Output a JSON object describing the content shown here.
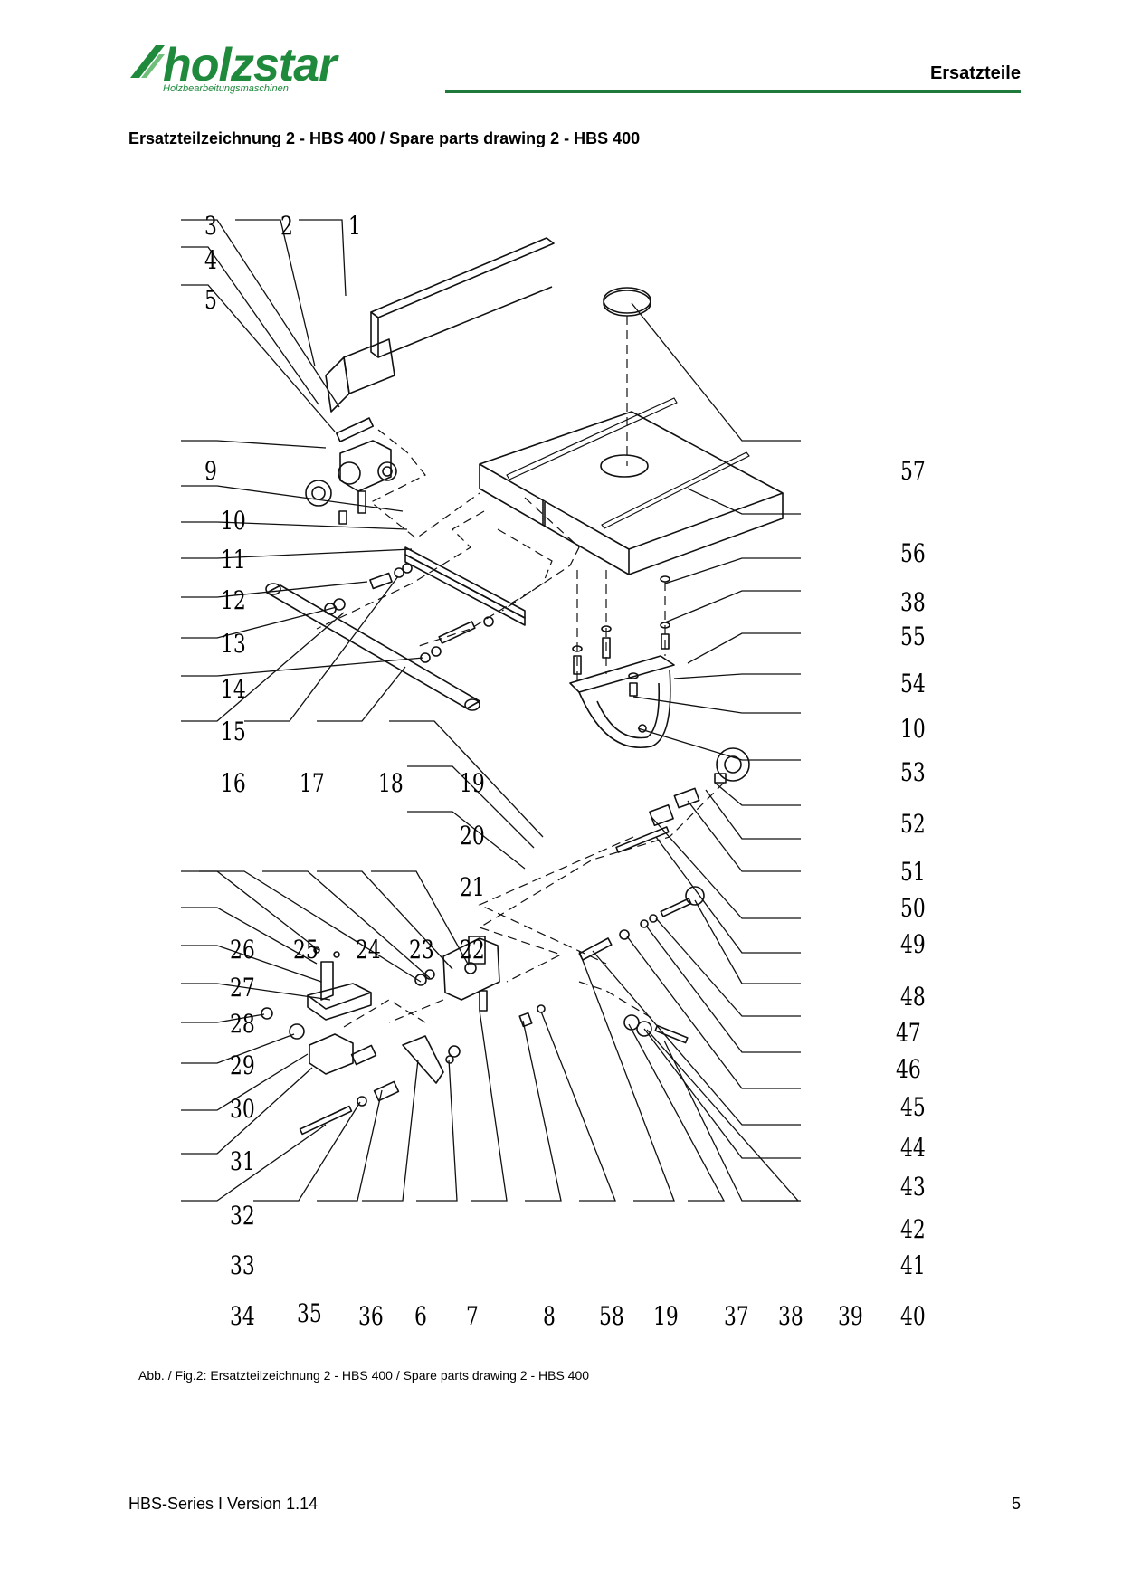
{
  "header": {
    "logo_word": "holzstar",
    "logo_sub": "Holzbearbeitungsmaschinen",
    "title": "Ersatzteile"
  },
  "section_title": "Ersatzteilzeichnung 2 - HBS 400 / Spare parts drawing 2 - HBS 400",
  "callouts": {
    "n1": "1",
    "n2": "2",
    "n3": "3",
    "n4": "4",
    "n5": "5",
    "n9": "9",
    "n10a": "10",
    "n11": "11",
    "n12": "12",
    "n13": "13",
    "n14": "14",
    "n15": "15",
    "n16": "16",
    "n17": "17",
    "n18": "18",
    "n19a": "19",
    "n20": "20",
    "n21": "21",
    "n22": "22",
    "n23": "23",
    "n24": "24",
    "n25": "25",
    "n26": "26",
    "n27": "27",
    "n28": "28",
    "n29": "29",
    "n30": "30",
    "n31": "31",
    "n32": "32",
    "n33": "33",
    "n34": "34",
    "n35": "35",
    "n36": "36",
    "n6": "6",
    "n7": "7",
    "n8": "8",
    "n58": "58",
    "n19b": "19",
    "n37": "37",
    "n38b": "38",
    "n39": "39",
    "n40": "40",
    "n57": "57",
    "n56": "56",
    "n38a": "38",
    "n55": "55",
    "n54": "54",
    "n10b": "10",
    "n53": "53",
    "n52": "52",
    "n51": "51",
    "n50": "50",
    "n49": "49",
    "n48": "48",
    "n47": "47",
    "n46": "46",
    "n45": "45",
    "n44": "44",
    "n43": "43",
    "n42": "42",
    "n41": "41"
  },
  "caption": "Abb. / Fig.2: Ersatzteilzeichnung 2 - HBS 400 / Spare parts drawing 2 - HBS 400",
  "footer": {
    "left": "HBS-Series I Version 1.14",
    "page": "5"
  },
  "colors": {
    "brand": "#1f8a3c",
    "rule": "#1f7a3c"
  }
}
